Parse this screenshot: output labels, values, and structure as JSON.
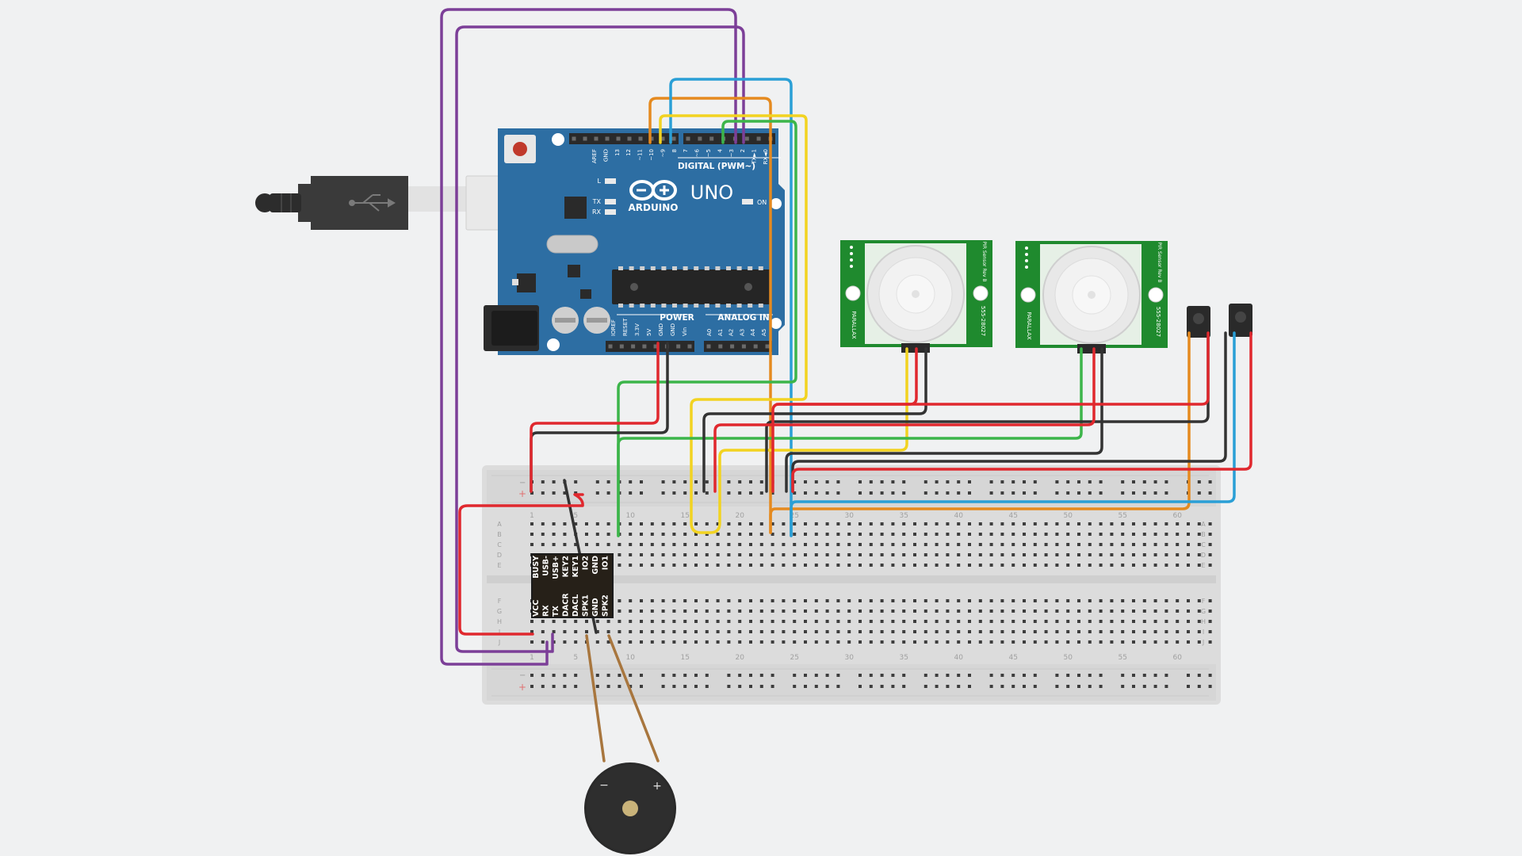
{
  "arduino": {
    "brand": "ARDUINO",
    "model": "UNO",
    "digital_header": "DIGITAL (PWM~)",
    "power_header": "POWER",
    "analog_header": "ANALOG IN",
    "on_label": "ON",
    "l_label": "L",
    "tx_label": "TX",
    "rx_label": "RX",
    "digital_pins": [
      "AREF",
      "GND",
      "13",
      "12",
      "~11",
      "~10",
      "~9",
      "8",
      "7",
      "~6",
      "~5",
      "4",
      "~3",
      "2",
      "TX►1",
      "RX◄0"
    ],
    "power_pins": [
      "IOREF",
      "RESET",
      "3.3V",
      "5V",
      "GND",
      "GND",
      "Vin"
    ],
    "analog_pins": [
      "A0",
      "A1",
      "A2",
      "A3",
      "A4",
      "A5"
    ]
  },
  "pir_sensors": [
    {
      "label_a": "PARALLAX",
      "label_b": "555-28027",
      "label_c": "PIR Sensor Rev B"
    },
    {
      "label_a": "PARALLAX",
      "label_b": "555-28027",
      "label_c": "PIR Sensor Rev B"
    }
  ],
  "mp3_module": {
    "pins_left": [
      "VCC",
      "RX",
      "TX",
      "DACR",
      "DACL",
      "SPK1",
      "GND",
      "SPK2"
    ],
    "pins_right": [
      "BUSY",
      "USB-",
      "USB+",
      "KEY2",
      "KEY1",
      "IO2",
      "GND",
      "IO1"
    ]
  },
  "breadboard": {
    "column_numbers": [
      "1",
      "5",
      "10",
      "15",
      "20",
      "25",
      "30",
      "35",
      "40",
      "45",
      "50",
      "55",
      "60"
    ],
    "row_letters_top": [
      "A",
      "B",
      "C",
      "D",
      "E"
    ],
    "row_letters_bottom": [
      "F",
      "G",
      "H",
      "I",
      "J"
    ],
    "rail_minus": "−",
    "rail_plus": "+"
  },
  "buzzer": {
    "minus": "−",
    "plus": "+"
  },
  "wire_colors": {
    "purple": "#7c3f98",
    "orange": "#e58a1f",
    "blue": "#2a9fd6",
    "yellow": "#f2d321",
    "green": "#3cb54a",
    "red": "#e0282e",
    "black": "#333333",
    "brown": "#a8763e"
  },
  "colors": {
    "board_blue": "#2d6ea3",
    "pcb_green": "#1f8a2e",
    "breadboard": "#dcdcdc"
  }
}
